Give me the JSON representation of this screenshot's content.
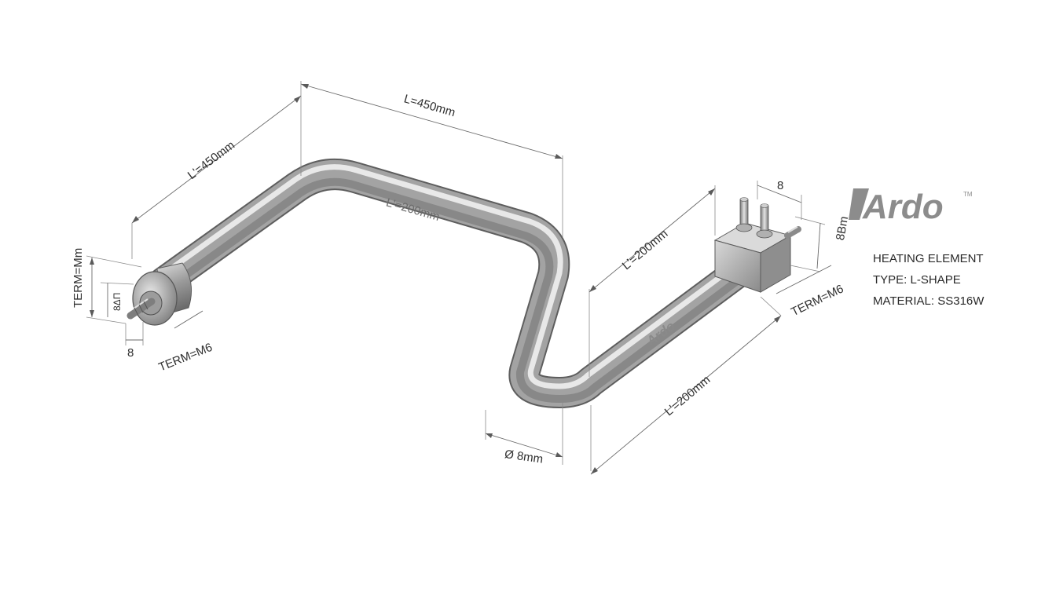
{
  "brand": {
    "logo_text": "Ardo",
    "trademark": "TM",
    "tube_marking": "Ardo"
  },
  "specs": {
    "line1": "HEATING ELEMENT",
    "line2": "TYPE: L-SHAPE",
    "line3": "MATERIAL: SS316W"
  },
  "dimensions": {
    "top_length": "L=450mm",
    "left_diagonal": "L'=450mm",
    "tube_upper_label": "L'=200mm",
    "right_upper": "L'=200mm",
    "right_lower": "L'=200mm",
    "diameter": "Ø 8mm",
    "left_term_height": "TERM=Mm",
    "left_thread": "8ΔΠ",
    "left_small": "8",
    "left_term": "TERM=M6",
    "right_top": "8",
    "right_side": "8Bm",
    "right_term": "TERM=M6"
  },
  "colors": {
    "tube_dark": "#6e6e6e",
    "tube_mid": "#a9a9a9",
    "tube_light": "#ececec",
    "logo": "#8c8c8c"
  }
}
